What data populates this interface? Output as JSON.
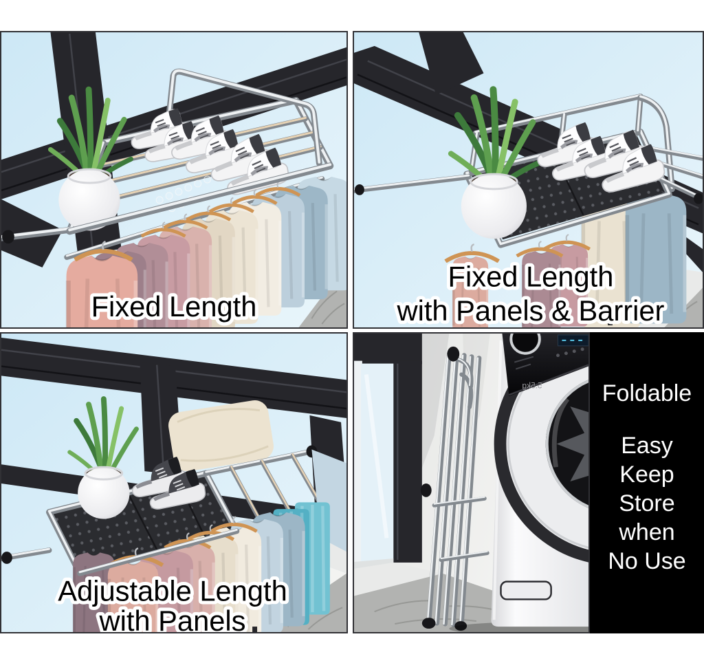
{
  "captions": {
    "top_left": "Fixed Length",
    "top_right_line1": "Fixed Length",
    "top_right_line2": "with Panels & Barrier",
    "bottom_left_line1": "Adjustable Length",
    "bottom_left_line2": "with Panels"
  },
  "sidebar": {
    "line1": "Foldable",
    "line2": "Easy",
    "line3": "Keep",
    "line4": "Store",
    "line5": "when",
    "line6": "No Use"
  },
  "washer": {
    "capacity_label": "5.5kg"
  },
  "colors": {
    "caption_text": "#000000",
    "caption_outline": "#ffffff",
    "sidebar_background": "#000000",
    "sidebar_text": "#ffffff",
    "sky_blue": "#cfe8f5",
    "window_frame": "#26262b",
    "chrome_rack": "#c9ced3",
    "perforated_panel": "#2b2c30",
    "towel_teal": "#57b2c5",
    "clothes_pink": "#dcab9f",
    "clothes_cream": "#e7decc",
    "clothes_blue": "#9cb6c6",
    "hanger_wood": "#cf9454",
    "washer_body": "#f0f0f2"
  }
}
